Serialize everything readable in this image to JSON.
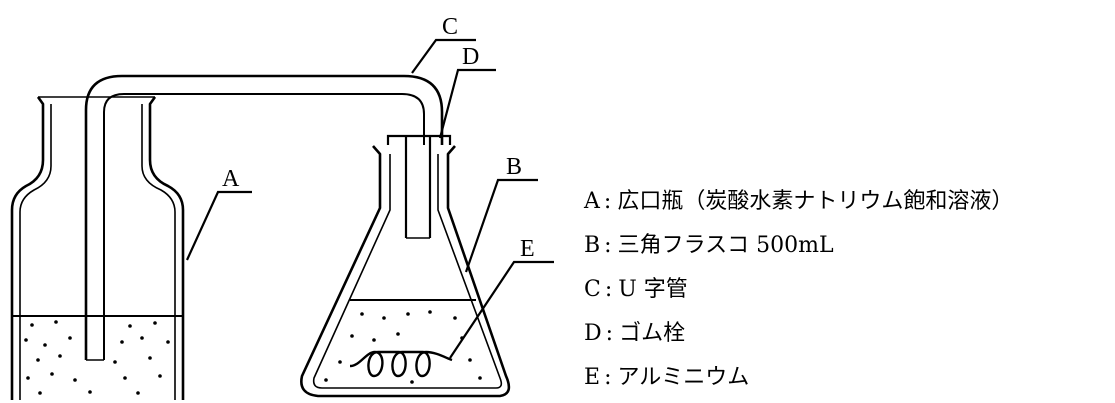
{
  "colors": {
    "line": "#000000",
    "background": "#ffffff"
  },
  "callouts": {
    "a": "A",
    "b": "B",
    "c": "C",
    "d": "D",
    "e": "E"
  },
  "legend": [
    {
      "key": "A",
      "text": "広口瓶（炭酸水素ナトリウム飽和溶液）"
    },
    {
      "key": "B",
      "text": "三角フラスコ 500mL"
    },
    {
      "key": "C",
      "text": "U 字管"
    },
    {
      "key": "D",
      "text": "ゴム栓"
    },
    {
      "key": "E",
      "text": "アルミニウム"
    }
  ]
}
